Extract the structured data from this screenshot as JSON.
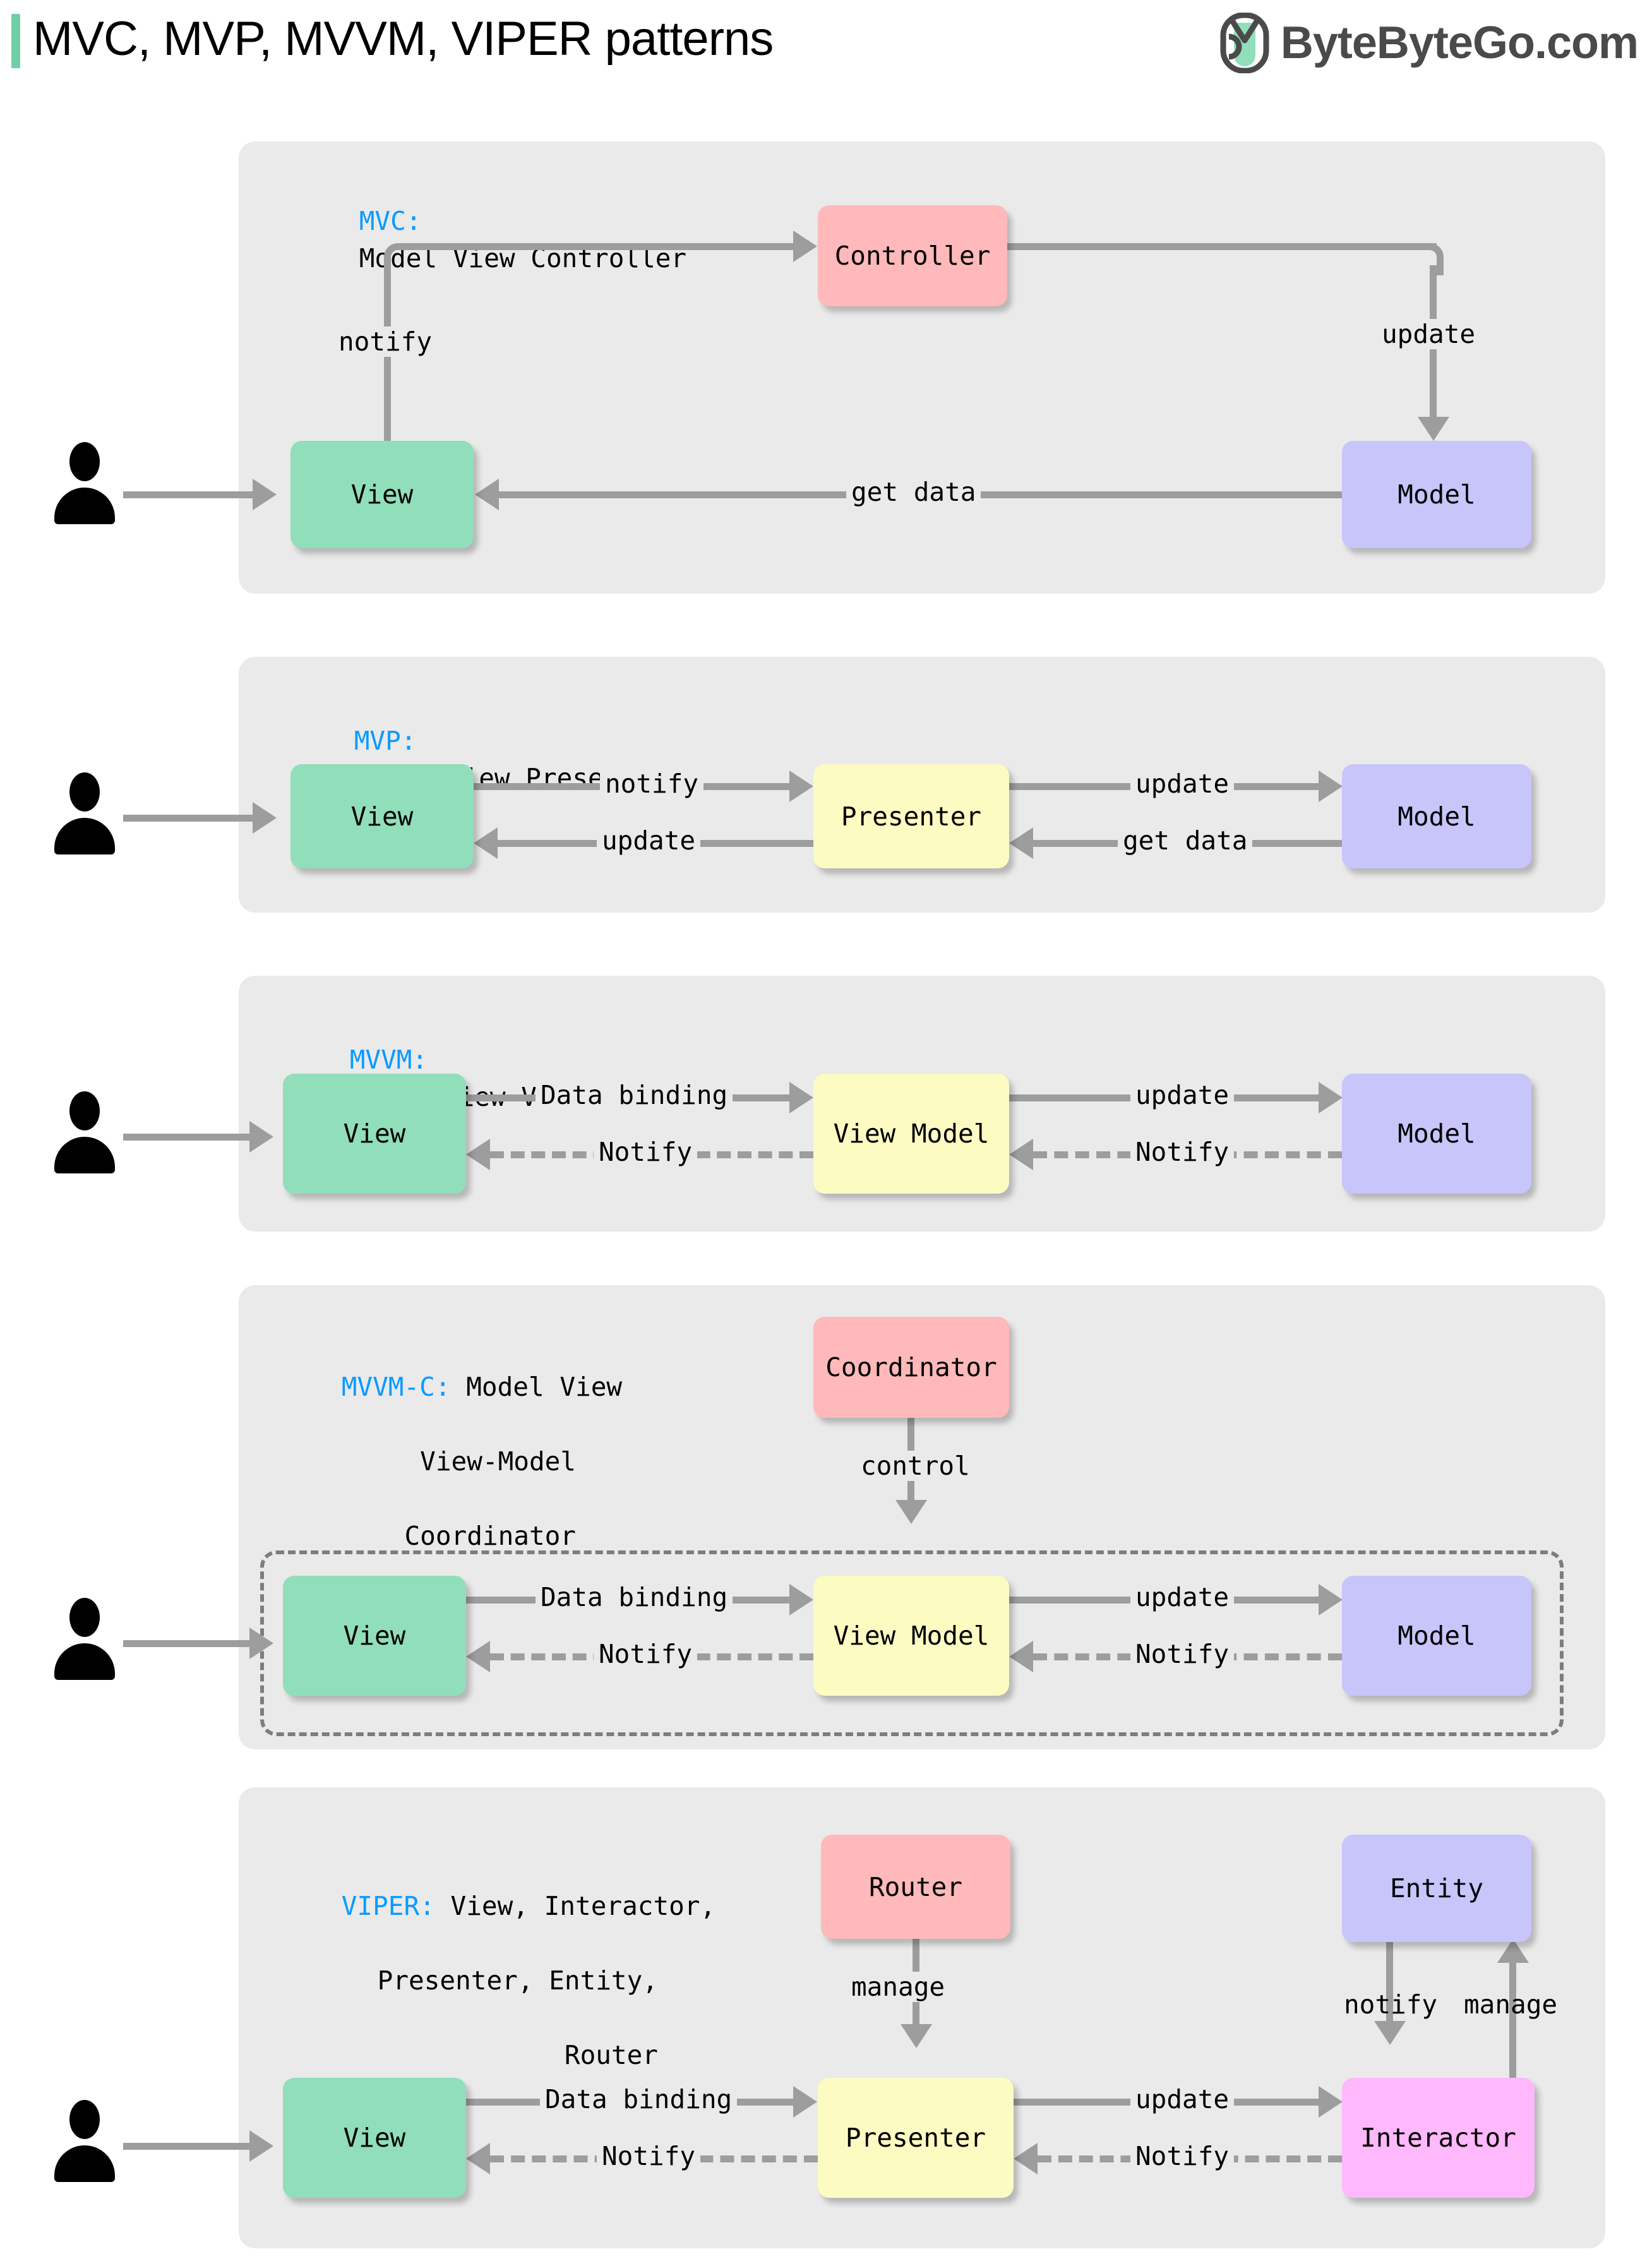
{
  "header": {
    "title": "MVC, MVP, MVVM, VIPER patterns",
    "brand_text": "ByteByteGo.com",
    "accent_color": "#6ECEA6",
    "brand_color": "#4a4a4a"
  },
  "palette": {
    "panel_bg": "#EAEAEA",
    "view": "#91DEBA",
    "model": "#C7C5FA",
    "controller": "#FFB9BA",
    "presenter": "#FCFBC2",
    "interactor": "#FFB8FB",
    "connector": "#9D9D9D",
    "abbr": "#0A9BFF"
  },
  "sections": [
    {
      "id": "mvc",
      "abbr": "MVC:",
      "expansion": "Model View Controller",
      "nodes": [
        {
          "name": "view",
          "label": "View"
        },
        {
          "name": "controller",
          "label": "Controller"
        },
        {
          "name": "model",
          "label": "Model"
        }
      ],
      "edges": [
        {
          "label": "notify",
          "from": "View",
          "to": "Controller",
          "style": "solid"
        },
        {
          "label": "update",
          "from": "Controller",
          "to": "Model",
          "style": "solid"
        },
        {
          "label": "get data",
          "from": "Model",
          "to": "View",
          "style": "solid"
        }
      ]
    },
    {
      "id": "mvp",
      "abbr": "MVP:",
      "expansion": "Model View Presenter",
      "nodes": [
        {
          "name": "view",
          "label": "View"
        },
        {
          "name": "presenter",
          "label": "Presenter"
        },
        {
          "name": "model",
          "label": "Model"
        }
      ],
      "edges": [
        {
          "label": "notify",
          "from": "View",
          "to": "Presenter",
          "style": "solid"
        },
        {
          "label": "update",
          "from": "Presenter",
          "to": "View",
          "style": "solid"
        },
        {
          "label": "update",
          "from": "Presenter",
          "to": "Model",
          "style": "solid"
        },
        {
          "label": "get data",
          "from": "Model",
          "to": "Presenter",
          "style": "solid"
        }
      ]
    },
    {
      "id": "mvvm",
      "abbr": "MVVM:",
      "expansion": "Model View View-Model",
      "nodes": [
        {
          "name": "view",
          "label": "View"
        },
        {
          "name": "view-model",
          "label": "View Model"
        },
        {
          "name": "model",
          "label": "Model"
        }
      ],
      "edges": [
        {
          "label": "Data binding",
          "from": "View",
          "to": "View Model",
          "style": "solid"
        },
        {
          "label": "Notify",
          "from": "View Model",
          "to": "View",
          "style": "dashed"
        },
        {
          "label": "update",
          "from": "View Model",
          "to": "Model",
          "style": "solid"
        },
        {
          "label": "Notify",
          "from": "Model",
          "to": "View Model",
          "style": "dashed"
        }
      ]
    },
    {
      "id": "mvvm-c",
      "abbr": "MVVM-C:",
      "expansion_lines": [
        "Model View",
        "View-Model",
        "Coordinator"
      ],
      "nodes": [
        {
          "name": "coordinator",
          "label": "Coordinator"
        },
        {
          "name": "view",
          "label": "View"
        },
        {
          "name": "view-model",
          "label": "View Model"
        },
        {
          "name": "model",
          "label": "Model"
        }
      ],
      "edges": [
        {
          "label": "control",
          "from": "Coordinator",
          "to": "View Model",
          "style": "solid"
        },
        {
          "label": "Data binding",
          "from": "View",
          "to": "View Model",
          "style": "solid"
        },
        {
          "label": "Notify",
          "from": "View Model",
          "to": "View",
          "style": "dashed"
        },
        {
          "label": "update",
          "from": "View Model",
          "to": "Model",
          "style": "solid"
        },
        {
          "label": "Notify",
          "from": "Model",
          "to": "View Model",
          "style": "dashed"
        }
      ]
    },
    {
      "id": "viper",
      "abbr": "VIPER:",
      "expansion_lines": [
        "View, Interactor,",
        "Presenter, Entity,",
        "Router"
      ],
      "nodes": [
        {
          "name": "router",
          "label": "Router"
        },
        {
          "name": "entity",
          "label": "Entity"
        },
        {
          "name": "view",
          "label": "View"
        },
        {
          "name": "presenter",
          "label": "Presenter"
        },
        {
          "name": "interactor",
          "label": "Interactor"
        }
      ],
      "edges": [
        {
          "label": "manage",
          "from": "Router",
          "to": "Presenter",
          "style": "solid"
        },
        {
          "label": "Data binding",
          "from": "View",
          "to": "Presenter",
          "style": "solid"
        },
        {
          "label": "Notify",
          "from": "Presenter",
          "to": "View",
          "style": "dashed"
        },
        {
          "label": "update",
          "from": "Presenter",
          "to": "Interactor",
          "style": "solid"
        },
        {
          "label": "Notify",
          "from": "Interactor",
          "to": "Presenter",
          "style": "dashed"
        },
        {
          "label": "notify",
          "from": "Entity",
          "to": "Interactor",
          "style": "solid"
        },
        {
          "label": "manage",
          "from": "Interactor",
          "to": "Entity",
          "style": "solid"
        }
      ]
    }
  ],
  "labels": {
    "mvc_notify": "notify",
    "mvc_update": "update",
    "mvc_getdata": "get data",
    "mvp_notify": "notify",
    "mvp_update_left": "update",
    "mvp_update_right": "update",
    "mvp_getdata": "get data",
    "mvvm_databinding": "Data binding",
    "mvvm_notify_left": "Notify",
    "mvvm_update": "update",
    "mvvm_notify_right": "Notify",
    "mvvmc_control": "control",
    "mvvmc_databinding": "Data binding",
    "mvvmc_notify_left": "Notify",
    "mvvmc_update": "update",
    "mvvmc_notify_right": "Notify",
    "viper_manage_top": "manage",
    "viper_databinding": "Data binding",
    "viper_notify_left": "Notify",
    "viper_update": "update",
    "viper_notify_right": "Notify",
    "viper_notify_entity": "notify",
    "viper_manage_entity": "manage"
  },
  "node_labels": {
    "view": "View",
    "model": "Model",
    "controller": "Controller",
    "presenter": "Presenter",
    "view_model": "View Model",
    "coordinator": "Coordinator",
    "router": "Router",
    "entity": "Entity",
    "interactor": "Interactor"
  }
}
